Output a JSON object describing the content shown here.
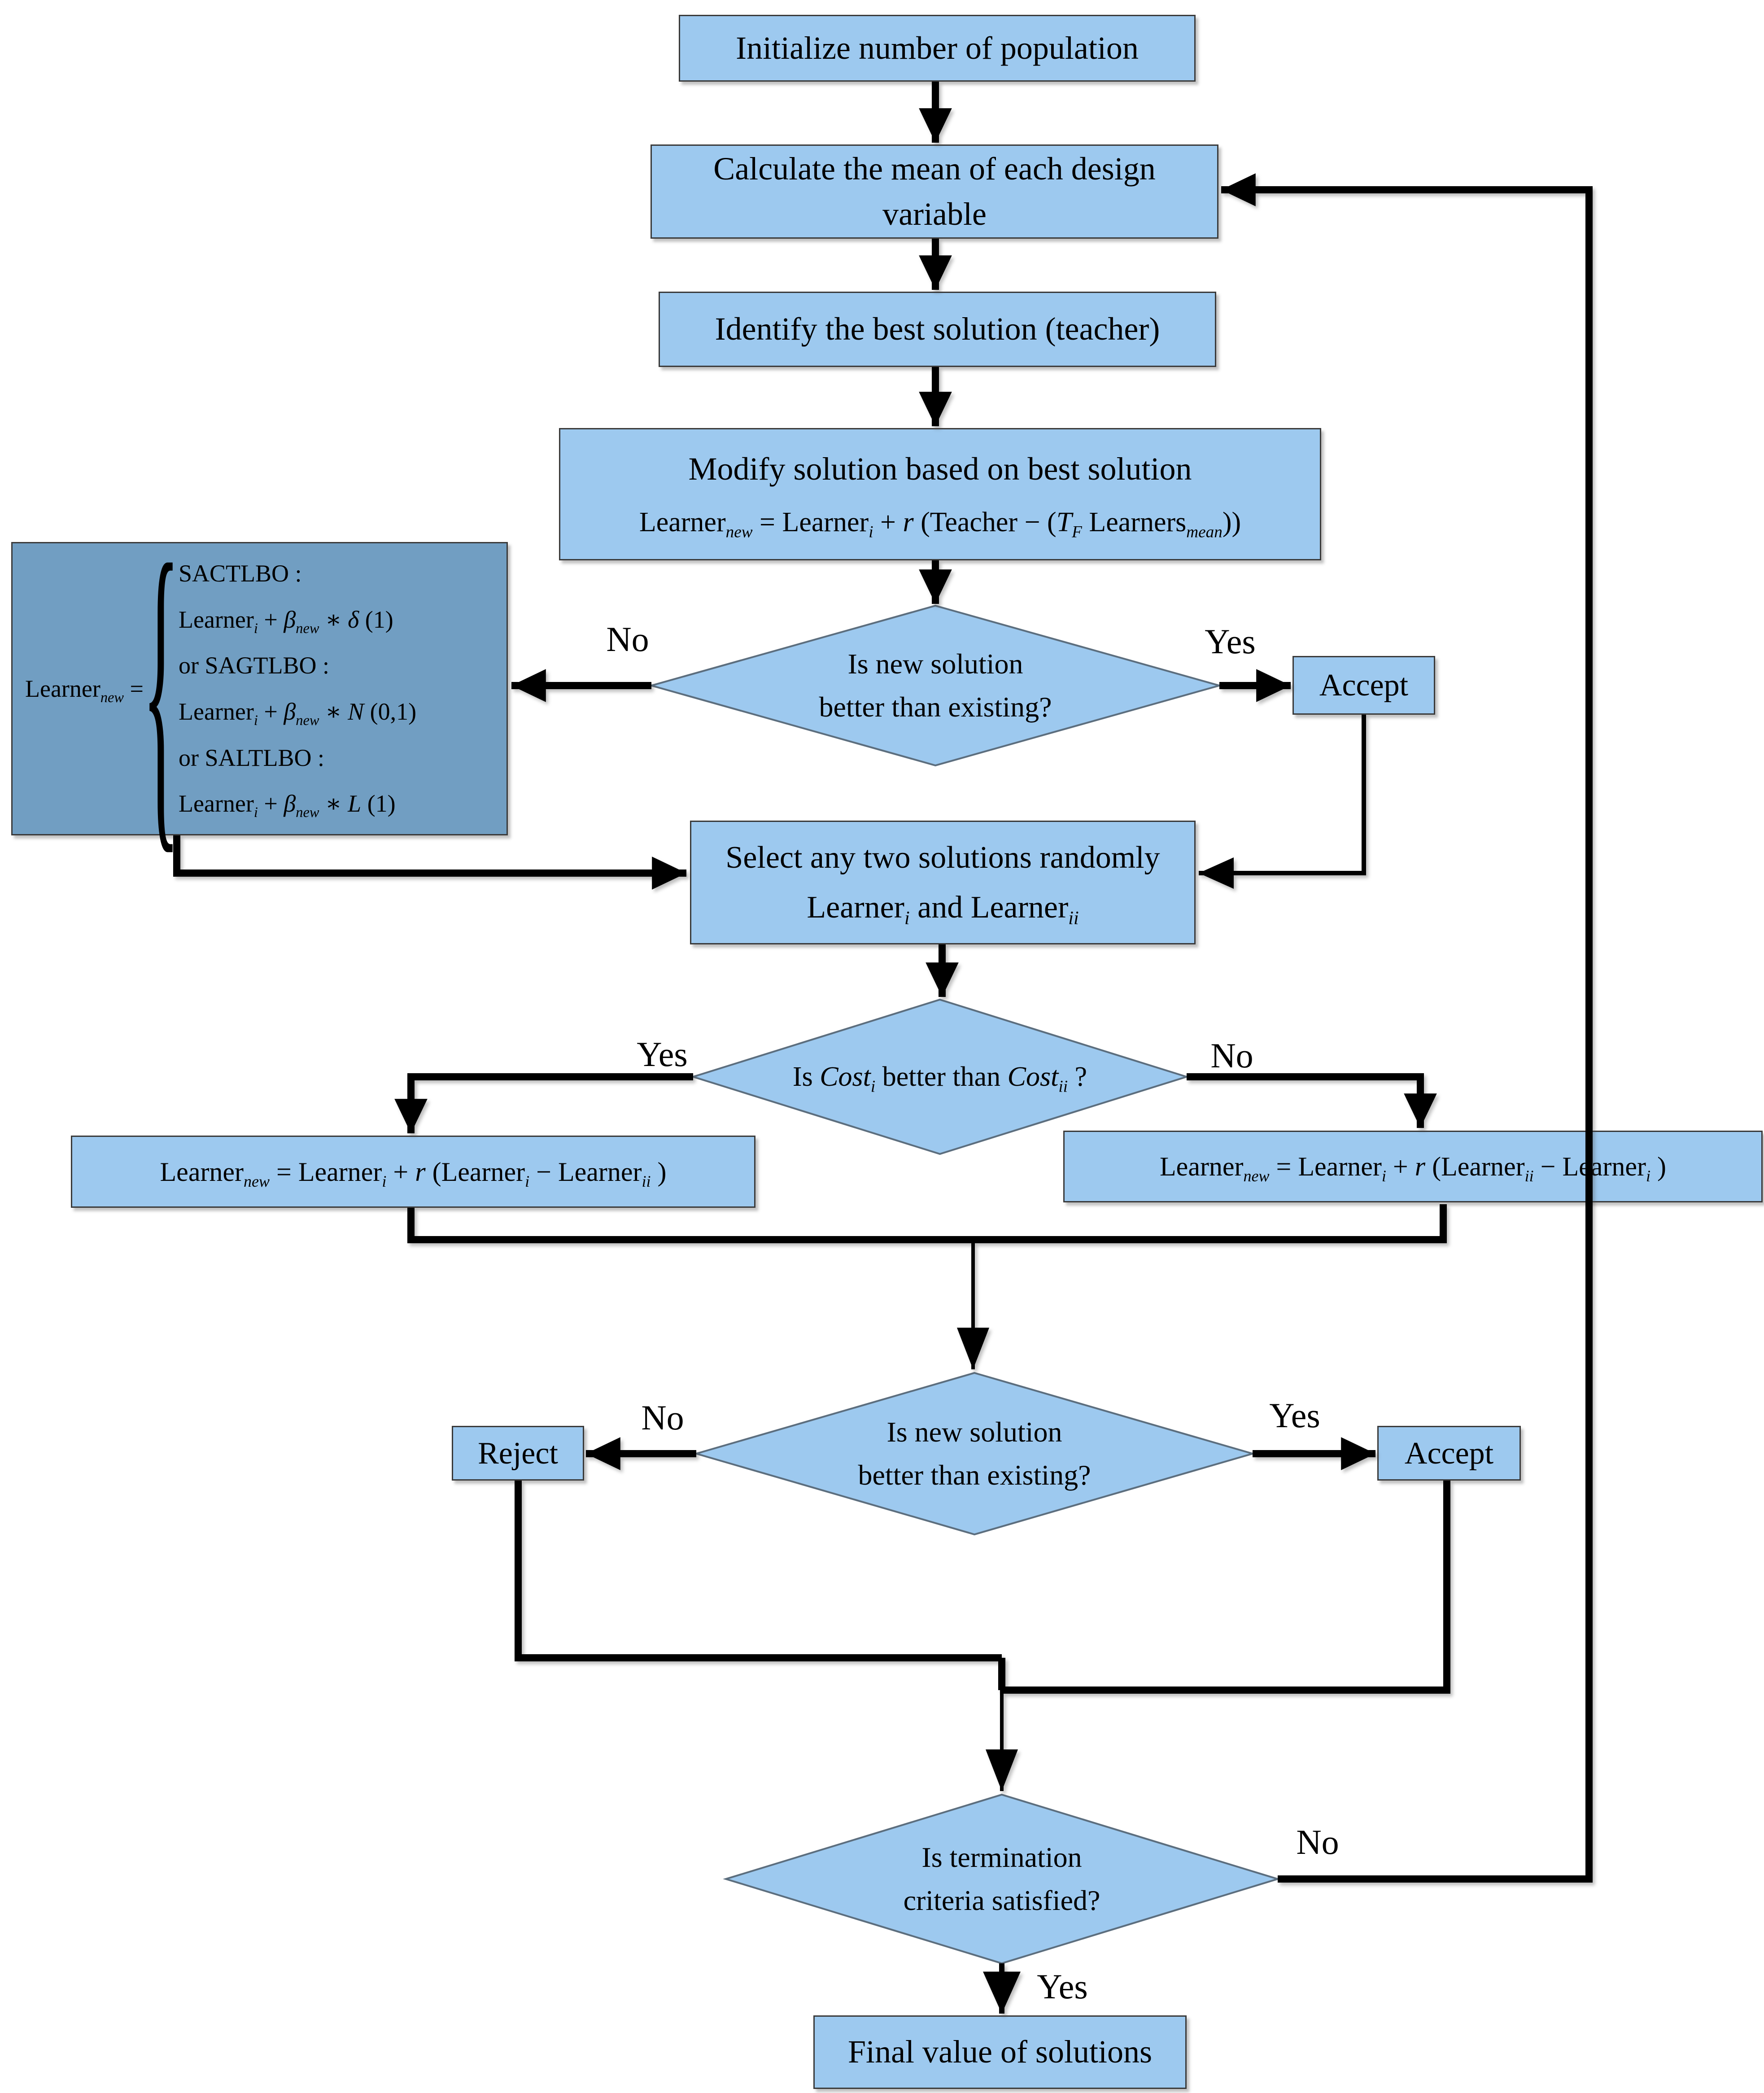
{
  "nodes": {
    "init": "Initialize number of population",
    "calc": "Calculate the mean of each design variable",
    "identify": "Identify the best solution (teacher)",
    "modify_title": "Modify solution based on best solution",
    "modify_formula": [
      {
        "t": "Learner"
      },
      {
        "t": "new",
        "sub": true
      },
      {
        "t": " = Learner"
      },
      {
        "t": "i",
        "sub": true
      },
      {
        "t": " + "
      },
      {
        "t": "r",
        "i": true
      },
      {
        "t": " (Teacher − ("
      },
      {
        "t": "T",
        "i": true
      },
      {
        "t": "F",
        "sub": true
      },
      {
        "t": " Learners",
        "nosp": true
      },
      {
        "t": "mean",
        "sub": true
      },
      {
        "t": "))"
      }
    ],
    "variants_lhs": [
      {
        "t": "Learner"
      },
      {
        "t": "new",
        "sub": true
      },
      {
        "t": " ="
      }
    ],
    "variants_lines": [
      [
        {
          "t": "SACTLBO :"
        }
      ],
      [
        {
          "t": "Learner"
        },
        {
          "t": "i",
          "sub": true
        },
        {
          "t": " + "
        },
        {
          "t": "β",
          "i": true
        },
        {
          "t": "new",
          "sub": true
        },
        {
          "t": " ∗ "
        },
        {
          "t": "δ",
          "i": true
        },
        {
          "t": " (1)"
        }
      ],
      [
        {
          "t": "or SAGTLBO :"
        }
      ],
      [
        {
          "t": "Learner"
        },
        {
          "t": "i",
          "sub": true
        },
        {
          "t": " + "
        },
        {
          "t": "β",
          "i": true
        },
        {
          "t": "new",
          "sub": true
        },
        {
          "t": " ∗ "
        },
        {
          "t": "N",
          "i": true
        },
        {
          "t": " (0,1)"
        }
      ],
      [
        {
          "t": "or SALTLBO :"
        }
      ],
      [
        {
          "t": "Learner"
        },
        {
          "t": "i",
          "sub": true
        },
        {
          "t": " + "
        },
        {
          "t": "β",
          "i": true
        },
        {
          "t": "new",
          "sub": true
        },
        {
          "t": " ∗ "
        },
        {
          "t": "L",
          "i": true
        },
        {
          "t": " (1)"
        }
      ]
    ],
    "accept_top": "Accept",
    "select_title": "Select any two solutions randomly",
    "select_formula": [
      {
        "t": "Learner"
      },
      {
        "t": "i",
        "sub": true
      },
      {
        "t": " and Learner"
      },
      {
        "t": "ii",
        "sub": true
      }
    ],
    "formula_yes": [
      {
        "t": "Learner"
      },
      {
        "t": "new",
        "sub": true
      },
      {
        "t": " = Learner"
      },
      {
        "t": "i",
        "sub": true
      },
      {
        "t": " + "
      },
      {
        "t": "r",
        "i": true
      },
      {
        "t": " (Learner"
      },
      {
        "t": "i",
        "sub": true
      },
      {
        "t": " − Learner"
      },
      {
        "t": "ii",
        "sub": true
      },
      {
        "t": " )"
      }
    ],
    "formula_no": [
      {
        "t": "Learner"
      },
      {
        "t": "new",
        "sub": true
      },
      {
        "t": " = Learner"
      },
      {
        "t": "i",
        "sub": true
      },
      {
        "t": " + "
      },
      {
        "t": "r",
        "i": true
      },
      {
        "t": " (Learner"
      },
      {
        "t": "ii",
        "sub": true
      },
      {
        "t": " − Learner"
      },
      {
        "t": "i",
        "sub": true
      },
      {
        "t": " )"
      }
    ],
    "reject": "Reject",
    "accept_mid": "Accept",
    "final": "Final value of solutions",
    "d1": [
      "Is new solution",
      "better than existing?"
    ],
    "d2": [
      {
        "t": "Is "
      },
      {
        "t": "Cost",
        "i": true
      },
      {
        "t": "i",
        "sub": true
      },
      {
        "t": " better than "
      },
      {
        "t": "Cost",
        "i": true
      },
      {
        "t": "ii",
        "sub": true
      },
      {
        "t": " ?"
      }
    ],
    "d3": [
      "Is new solution",
      "better than existing?"
    ],
    "d4": [
      "Is termination",
      "criteria satisfied?"
    ]
  },
  "labels": {
    "d1_no": "No",
    "d1_yes": "Yes",
    "d2_yes": "Yes",
    "d2_no": "No",
    "d3_no": "No",
    "d3_yes": "Yes",
    "d4_no": "No",
    "d4_yes": "Yes"
  },
  "colors": {
    "node_fill": "#9DC9EF",
    "variant_node_fill": "#719EC2",
    "node_border": "#3A3A3A",
    "diamond_border": "#5C6E7E",
    "connector": "#000000",
    "background": "#FFFFFF",
    "text": "#000000"
  }
}
